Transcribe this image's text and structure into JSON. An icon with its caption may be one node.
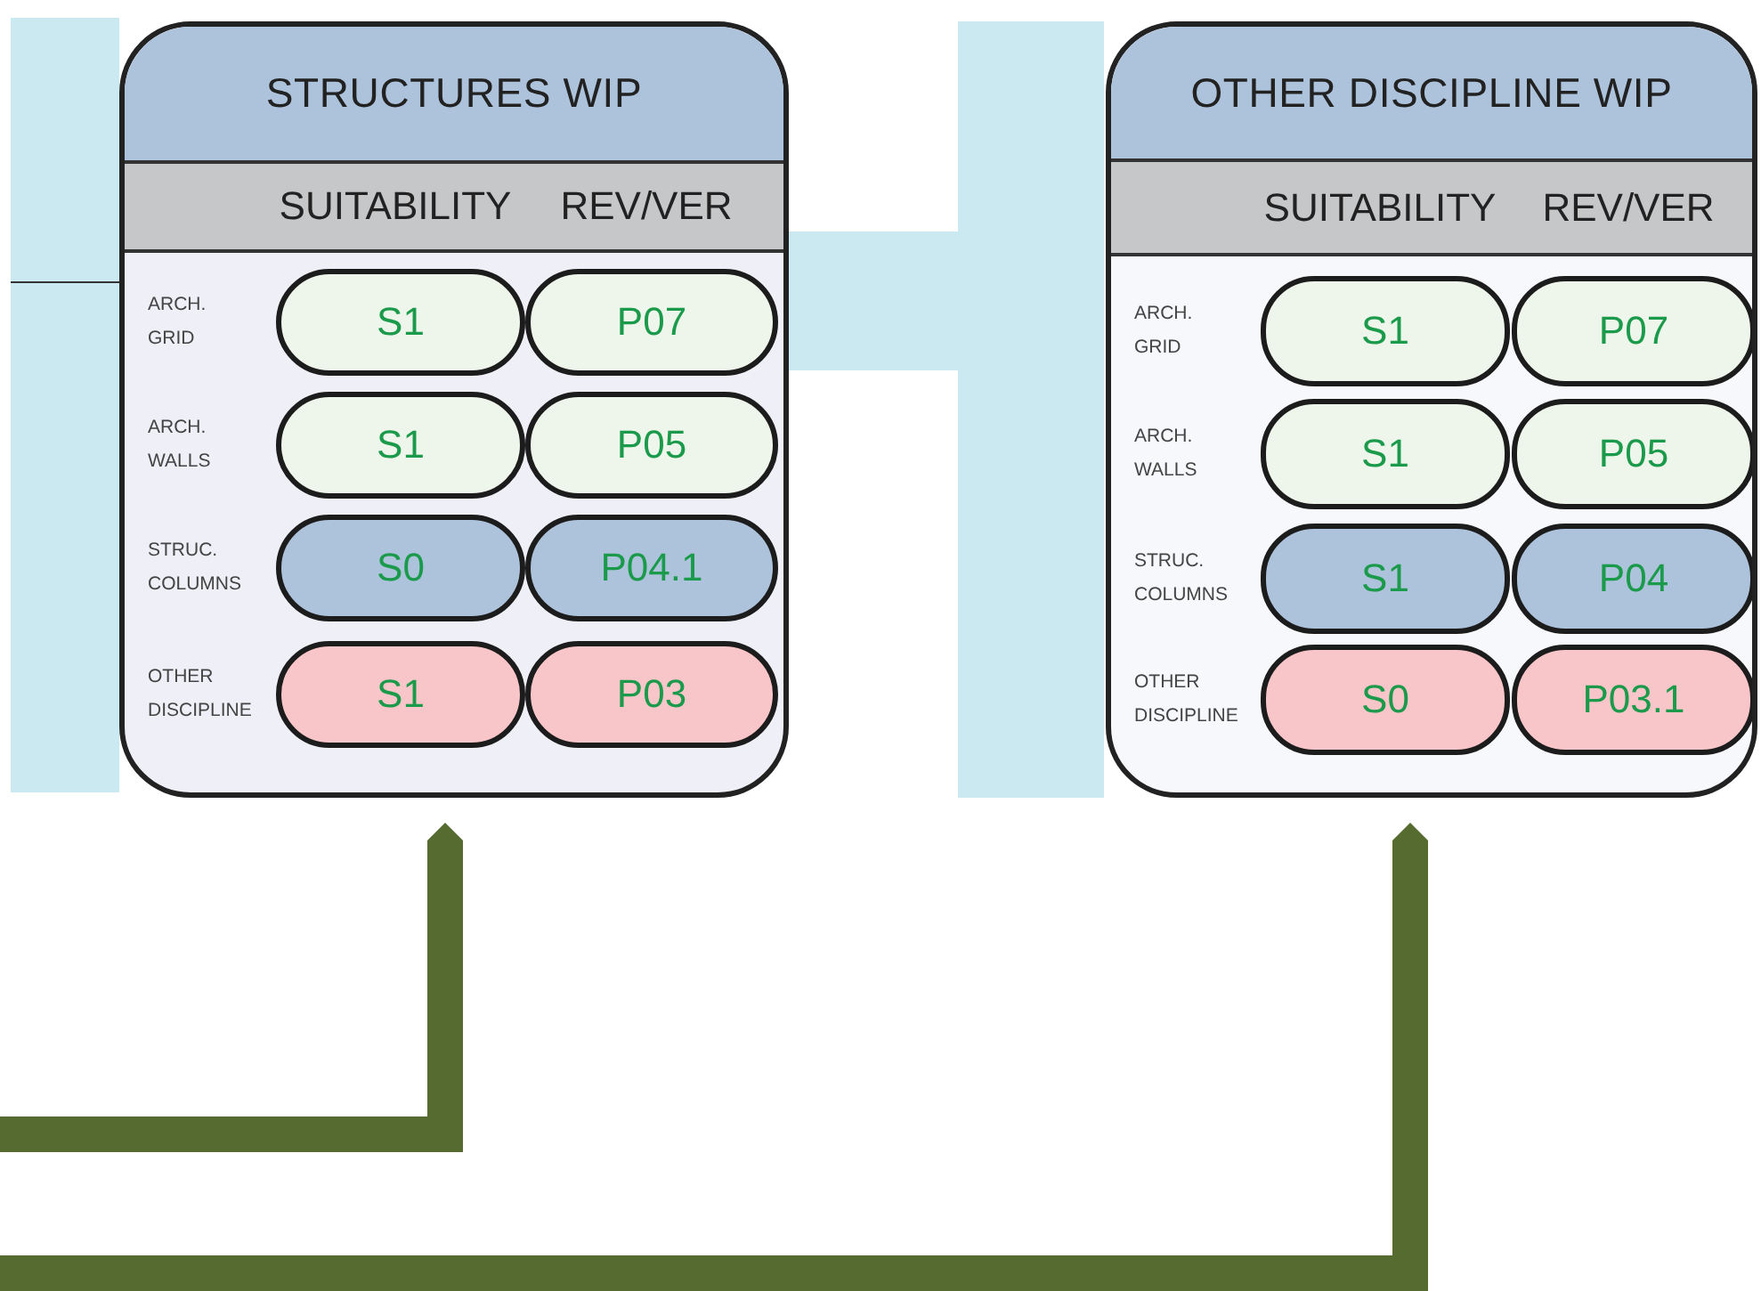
{
  "diagram": {
    "nodes": [
      {
        "text": [],
        "shape": "bar"
      },
      {
        "text": [
          "STRUCTURES WIP",
          "SUITABILITY",
          "REV/VER",
          "ARCH. GRID",
          "ARCH. WALLS",
          "STRUC. COLUMNS",
          "OTHER DISCIPLINE"
        ]
      },
      {
        "text": [
          "S1"
        ],
        "in": 1
      },
      {
        "text": [
          "P07"
        ],
        "in": 1
      },
      {
        "text": [
          "S1"
        ],
        "in": 1
      },
      {
        "text": [
          "P05"
        ],
        "in": 1
      },
      {
        "text": [
          "S0"
        ],
        "in": 1
      },
      {
        "text": [
          "P04.1"
        ],
        "in": 1
      },
      {
        "text": [
          "S1"
        ],
        "in": 1
      },
      {
        "text": [
          "P03"
        ],
        "in": 1
      },
      {
        "text": [],
        "shape": "bar"
      },
      {
        "text": [
          "OTHER DISCIPLINE WIP",
          "SUITABILITY",
          "REV/VER",
          "ARCH. GRID",
          "ARCH. WALLS",
          "STRUC. COLUMNS",
          "OTHER DISCIPLINE"
        ]
      },
      {
        "text": [
          "S1"
        ],
        "in": 11
      },
      {
        "text": [
          "P07"
        ],
        "in": 11
      },
      {
        "text": [
          "S1"
        ],
        "in": 11
      },
      {
        "text": [
          "P05"
        ],
        "in": 11
      },
      {
        "text": [
          "S1"
        ],
        "in": 11
      },
      {
        "text": [
          "P04"
        ],
        "in": 11
      },
      {
        "text": [
          "S0"
        ],
        "in": 11
      },
      {
        "text": [
          "P03.1"
        ],
        "in": 11
      }
    ],
    "edges": [
      {
        "from": 1,
        "to": 10,
        "arrow": "none",
        "style": "thick",
        "color": "#cbe9f0"
      },
      {
        "from": null,
        "to": 1,
        "arrow": "to"
      },
      {
        "from": null,
        "to": 11,
        "arrow": "to"
      }
    ]
  }
}
